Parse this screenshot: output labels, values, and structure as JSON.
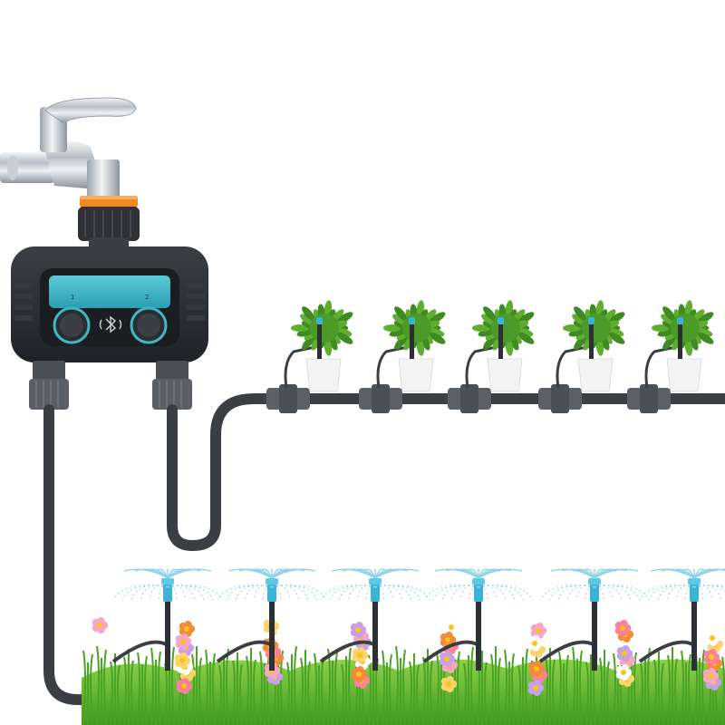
{
  "scene": {
    "description_visible_text": false
  },
  "timer": {
    "outlet_1_label": "1",
    "outlet_2_label": "2",
    "bluetooth_symbol": "bluetooth-icon",
    "body_color": "#2b2f33",
    "screen_color": "#3fb7c7",
    "nut_color": "#f08a24"
  },
  "planters": {
    "count": 5,
    "pot_color": "#f4f4f4",
    "leaf_color": "#4f9a2a"
  },
  "sprinklers": {
    "count": 6,
    "nozzle_color": "#39b3d6",
    "spray_color": "#8fd3ea"
  },
  "colors": {
    "pipe": "#3b3f44",
    "fitting": "#5b6066",
    "grass": "#5fb82d"
  }
}
